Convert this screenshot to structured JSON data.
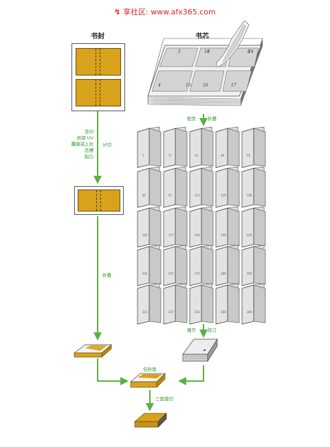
{
  "header": {
    "logo": "↯",
    "text": "享社区:  www.afx365.com"
  },
  "titles": {
    "cover": "书封",
    "core": "书芯"
  },
  "labels": {
    "cover_processes": [
      "烫印",
      "局部 UV",
      "覆膜或上光",
      "压槽",
      "起凸"
    ],
    "cut": "分切",
    "fold_cover": "折叠",
    "collate": "配页",
    "fold_core": "折叠",
    "align": "撞齐",
    "bind": "胶订",
    "wrap": "包封面",
    "trim": "三面裁切"
  },
  "imposition_pages": [
    "5",
    "12",
    "9",
    "8",
    "4",
    "13",
    "16",
    "17",
    "24"
  ],
  "signature_numbers": [
    [
      "1",
      "17",
      "33",
      "49",
      "65"
    ],
    [
      "81",
      "97",
      "113",
      "129",
      "145"
    ],
    [
      "161",
      "177",
      "193",
      "209",
      "225"
    ],
    [
      "241",
      "257",
      "273",
      "289",
      "305"
    ],
    [
      "321",
      "337",
      "353",
      "369",
      "385"
    ]
  ],
  "colors": {
    "accent_green": "#2e9a2e",
    "cover_gold": "#d9a21c",
    "header_red": "#d9262c"
  }
}
